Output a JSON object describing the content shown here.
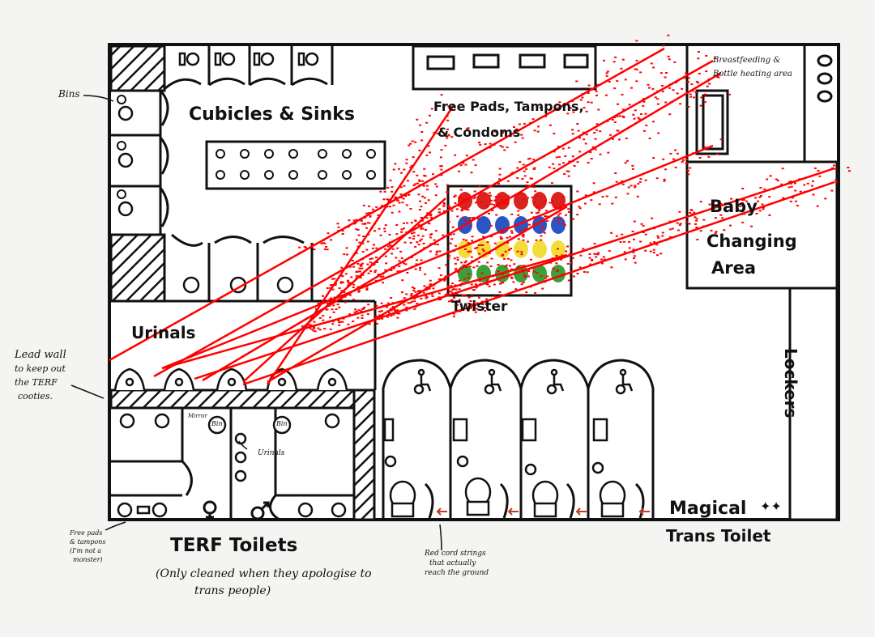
{
  "labels": {
    "bins": "Bins",
    "cubicles_sinks": "Cubicles & Sinks",
    "free_pads_line1": "Free Pads, Tampons,",
    "free_pads_line2": "& Condoms",
    "breastfeeding_line1": "Breastfeeding &",
    "breastfeeding_line2": "Bottle heating area",
    "baby_line1": "Baby",
    "baby_line2": "Changing",
    "baby_line3": "Area",
    "twister": "Twister",
    "urinals_main": "Urinals",
    "lead_wall_line1": "Lead wall",
    "lead_wall_line2": "to keep out",
    "lead_wall_line3": "the TERF",
    "lead_wall_line4": "cooties.",
    "lockers": "Lockers",
    "mirror": "Mirror",
    "bin_a": "Bin",
    "bin_b": "Bin",
    "urinals_small": "Urinals",
    "free_pads_small_line1": "Free pads",
    "free_pads_small_line2": "& tampons",
    "free_pads_small_line3": "(I'm not a",
    "free_pads_small_line4": "monster)",
    "terf_toilets": "TERF Toilets",
    "terf_note_line1": "(Only cleaned when they apologise to",
    "terf_note_line2": "trans people)",
    "red_cord_line1": "Red cord strings",
    "red_cord_line2": "that actually",
    "red_cord_line3": "reach the ground",
    "magical_line1": "Magical",
    "magical_line2": "Trans Toilet",
    "sparkle": "✦✦"
  },
  "twister_colors": [
    "#d9231f",
    "#2a55c4",
    "#f2dd3a",
    "#3aa13a"
  ],
  "laser_color": "#ff0000",
  "ink_color": "#111111",
  "accessible_icon": "wheelchair-icon",
  "gender_icons": [
    "female-symbol-icon",
    "male-symbol-icon"
  ]
}
